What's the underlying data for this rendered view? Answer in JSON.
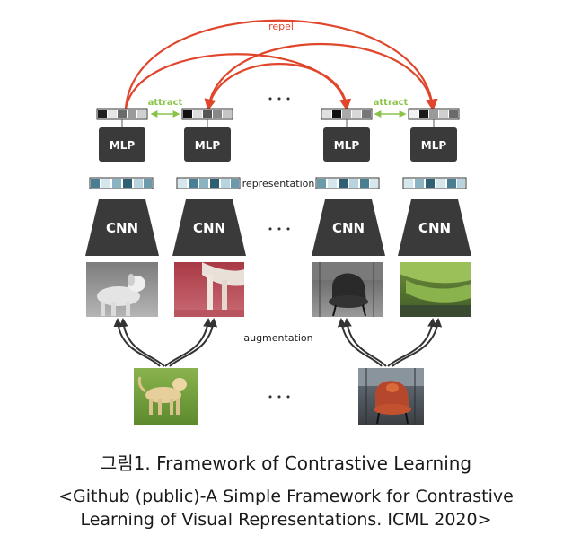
{
  "labels": {
    "repel": "repel",
    "attract": "attract",
    "mlp": "MLP",
    "cnn": "CNN",
    "representation": "representation",
    "augmentation": "augmentation",
    "ellipsis": "• • •"
  },
  "caption": {
    "title": "그림1. Framework of Contrastive Learning",
    "source_line1": "<Github (public)-A Simple Framework for Contrastive",
    "source_line2": "Learning of Visual Representations. ICML 2020>"
  },
  "images": {
    "dog_gray": "dog-photo-grayscale",
    "dog_red": "dog-photo-red-crop",
    "chair_gray": "chair-photo-grayscale",
    "chair_green": "chair-photo-green-crop",
    "dog_source": "dog-photo-original",
    "chair_source": "chair-photo-original"
  },
  "colors": {
    "repel": "#e0462b",
    "attract": "#8bc34a",
    "block": "#3a3a3a",
    "vector_teal": "#4a7f93",
    "vector_light": "#d5e6ec"
  }
}
